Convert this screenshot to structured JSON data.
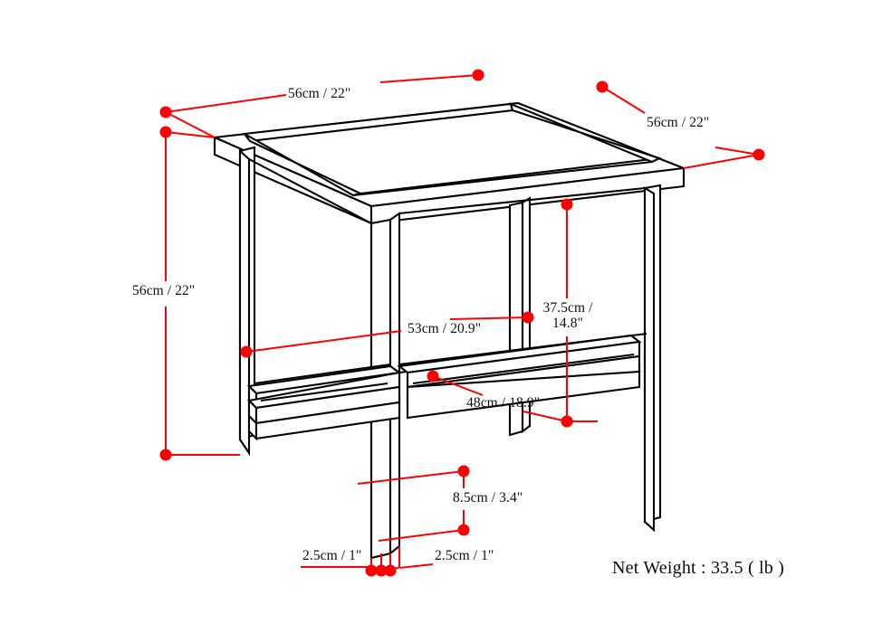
{
  "drawing": {
    "subject": "end-table-dimension-diagram",
    "background_color": "#ffffff",
    "line_color": "#000000",
    "dimension_color": "#ff0000"
  },
  "dimensions": {
    "top_width": "56cm / 22\"",
    "top_depth": "56cm / 22\"",
    "overall_height": "56cm / 22\"",
    "leg_span_front": "53cm / 20.9\"",
    "shelf_to_apron": "37.5cm /\n14.8\"",
    "shelf_depth": "48cm / 18.9\"",
    "shelf_to_floor": "8.5cm / 3.4\"",
    "leg_thickness_left": "2.5cm / 1\"",
    "leg_thickness_right": "2.5cm / 1\""
  },
  "footer": {
    "net_weight": "Net Weight : 33.5 ( lb )"
  }
}
